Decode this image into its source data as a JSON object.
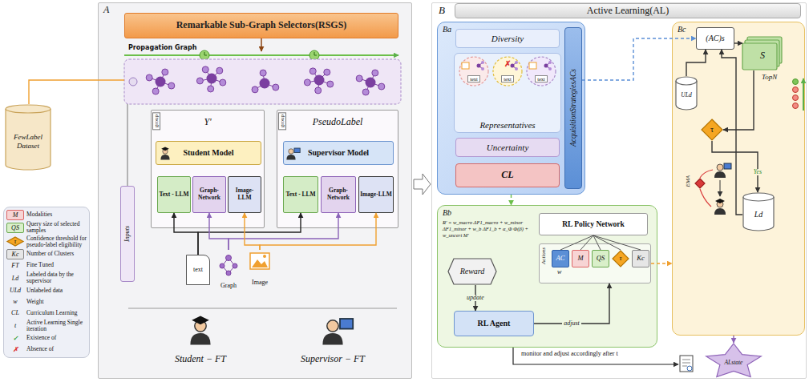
{
  "diagram": {
    "nodes": [
      {
        "text": [
          "A"
        ]
      },
      {
        "text": [
          "Remarkable Sub-Graph Selectors(RSGS)"
        ],
        "in": 0
      },
      {
        "text": [
          "group",
          "Y'"
        ],
        "in": 0
      },
      {
        "text": [
          "Student Model"
        ],
        "in": 2
      },
      {
        "text": [
          "Text - LLM"
        ],
        "in": 2
      },
      {
        "text": [
          "Graph-Network"
        ],
        "in": 2
      },
      {
        "text": [
          "Image-LLM"
        ],
        "in": 2
      },
      {
        "text": [
          "group",
          "PseudoLabel"
        ],
        "in": 0
      },
      {
        "text": [
          "Supervisor Model"
        ],
        "in": 7
      },
      {
        "text": [
          "Text - LLM"
        ],
        "in": 7
      },
      {
        "text": [
          "Graph-Network"
        ],
        "in": 7
      },
      {
        "text": [
          "Image-LLM"
        ],
        "in": 7
      },
      {
        "text": [
          "Inputs"
        ],
        "in": 0
      },
      {
        "text": [
          "text"
        ],
        "in": 0
      },
      {
        "text": [
          "Graph"
        ],
        "in": 0
      },
      {
        "text": [
          "Image"
        ],
        "in": 0
      },
      {
        "text": [
          "Student − FT"
        ],
        "in": 0
      },
      {
        "text": [
          "Supervisor − FT"
        ],
        "in": 0
      },
      {
        "text": [
          "FewLabel Dataset"
        ]
      },
      {
        "text": [
          "B",
          "Active Learning(AL)"
        ]
      },
      {
        "text": [
          "Ba"
        ],
        "in": 19
      },
      {
        "text": [
          "Diversity"
        ],
        "in": 20
      },
      {
        "text": [
          "Representatives"
        ],
        "in": 20
      },
      {
        "text": [
          "text"
        ],
        "in": 22
      },
      {
        "text": [
          "text"
        ],
        "in": 22
      },
      {
        "text": [
          "text"
        ],
        "in": 22
      },
      {
        "text": [
          "Uncertainty"
        ],
        "in": 20
      },
      {
        "text": [
          "CL"
        ],
        "in": 20
      },
      {
        "text": [
          "AcquisitionStrategiesACs"
        ],
        "in": 20
      },
      {
        "text": [
          "Bb",
          "R′ = w_macro ΔF1_macro + w_minor ΔF1_minor + w_b ΔF1_b + α_Φ Φ(β) + w_uncert M′"
        ],
        "in": 19
      },
      {
        "text": [
          "Reward"
        ],
        "in": 29
      },
      {
        "text": [
          "RL Agent"
        ],
        "in": 29
      },
      {
        "text": [
          "RL Policy Network"
        ],
        "in": 29
      },
      {
        "text": [
          "Actions"
        ],
        "in": 29
      },
      {
        "text": [
          "AC"
        ],
        "in": 33
      },
      {
        "text": [
          "M"
        ],
        "in": 33
      },
      {
        "text": [
          "QS"
        ],
        "in": 33
      },
      {
        "text": [
          "τ"
        ],
        "in": 33
      },
      {
        "text": [
          "Kc"
        ],
        "in": 33
      },
      {
        "text": [
          "Bc"
        ],
        "in": 19
      },
      {
        "text": [
          "(AC)s"
        ],
        "in": 39
      },
      {
        "text": [
          "S"
        ],
        "in": 39
      },
      {
        "text": [
          "τ"
        ],
        "in": 39
      },
      {
        "text": [
          "ULd"
        ],
        "in": 39
      },
      {
        "text": [
          "EMA"
        ],
        "in": 39
      },
      {
        "text": [
          "Ld"
        ],
        "in": 39
      },
      {
        "text": [
          "ALstate"
        ],
        "in": 19
      }
    ],
    "edges": [
      {
        "from": 18,
        "to": 0,
        "arrow": "none"
      },
      {
        "from": 13,
        "to": 4,
        "arrow": "to"
      },
      {
        "from": 13,
        "to": 9,
        "arrow": "to"
      },
      {
        "from": 14,
        "to": 5,
        "arrow": "to"
      },
      {
        "from": 14,
        "to": 10,
        "arrow": "to"
      },
      {
        "from": 15,
        "to": 6,
        "arrow": "to"
      },
      {
        "from": 15,
        "to": 11,
        "arrow": "to"
      },
      {
        "from": 20,
        "to": 29,
        "arrow": "to"
      },
      {
        "from": 28,
        "to": 40,
        "arrow": "to"
      },
      {
        "from": 30,
        "to": 31,
        "label": "update",
        "arrow": "to"
      },
      {
        "from": 31,
        "to": 33,
        "label": "adjust",
        "arrow": "to"
      },
      {
        "from": 33,
        "to": 39,
        "arrow": "to"
      },
      {
        "from": 40,
        "to": 41,
        "arrow": "to"
      },
      {
        "from": 41,
        "to": 42,
        "arrow": "to"
      },
      {
        "from": 42,
        "to": 45,
        "label": "Yes",
        "arrow": "to"
      },
      {
        "from": 43,
        "to": 40,
        "arrow": "to"
      },
      {
        "from": 45,
        "to": 40,
        "arrow": "to"
      },
      {
        "from": 39,
        "to": 46,
        "arrow": "to"
      }
    ],
    "labels": [
      "M",
      "QS",
      "τ",
      "Kc",
      "FT",
      "Ld",
      "ULd",
      "w",
      "CL",
      "t",
      "✓",
      "✗",
      "Propagation Graph",
      "w",
      "monitor and adjust accordingly after t",
      "TopN",
      "✗"
    ],
    "legend": [
      {
        "text": "Modalities",
        "color": "#f7d4d4"
      },
      {
        "text": "Query size of selected samples",
        "color": "#d9efc9"
      },
      {
        "text": "Confidence threshold for pseudo-label eligibility"
      },
      {
        "text": "Number of Clusters",
        "color": "#e6e6e6"
      },
      {
        "text": "Fine Tuned"
      },
      {
        "text": "Labeled data by the supervisor"
      },
      {
        "text": "Unlabeled data"
      },
      {
        "text": "Weight"
      },
      {
        "text": "Curriculum Learning"
      },
      {
        "text": "Active Learning Single iteration"
      },
      {
        "text": "Existence of"
      },
      {
        "text": "Absence of"
      }
    ]
  }
}
